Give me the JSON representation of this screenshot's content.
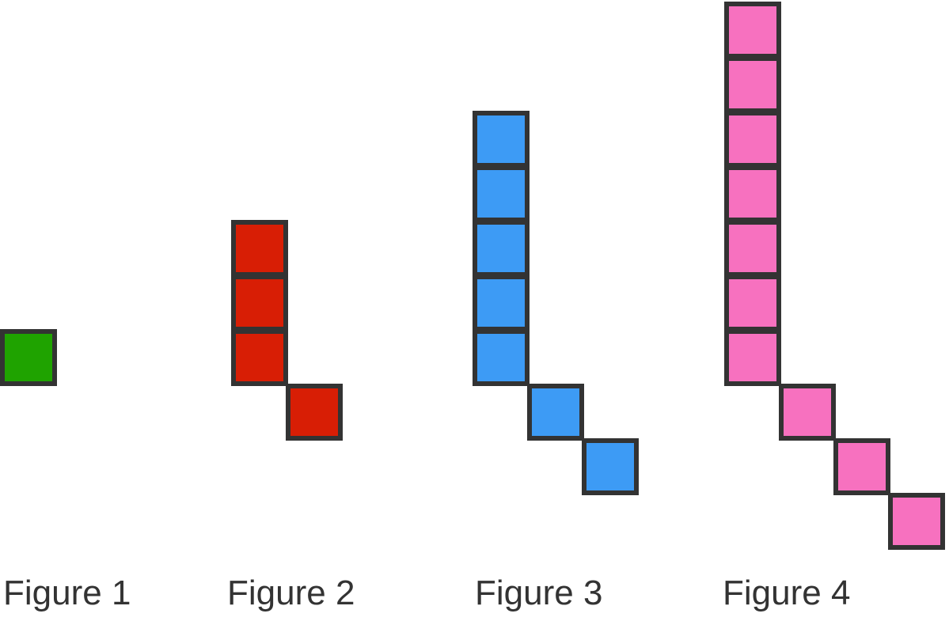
{
  "figures": [
    {
      "label": "Figure 1",
      "color": "#1fa300",
      "vertical_squares": 1,
      "diagonal_squares": 0
    },
    {
      "label": "Figure 2",
      "color": "#d81e05",
      "vertical_squares": 3,
      "diagonal_squares": 1
    },
    {
      "label": "Figure 3",
      "color": "#3d9bf5",
      "vertical_squares": 5,
      "diagonal_squares": 2
    },
    {
      "label": "Figure 4",
      "color": "#f771bf",
      "vertical_squares": 7,
      "diagonal_squares": 3
    }
  ],
  "stroke_color": "#333333"
}
